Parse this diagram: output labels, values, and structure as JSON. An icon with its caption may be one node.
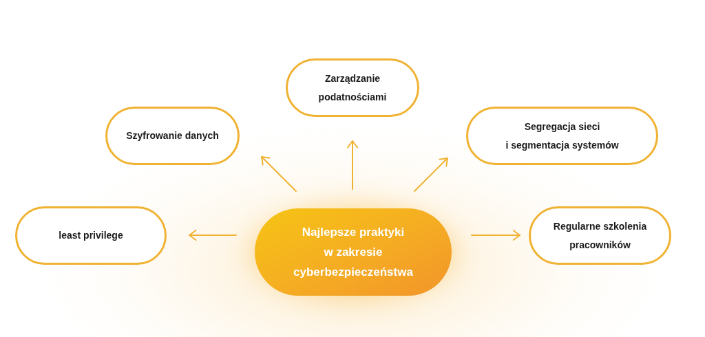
{
  "diagram": {
    "nodes": [
      {
        "text": [
          "Zarządzanie podatnościami"
        ]
      },
      {
        "text": [
          "Szyfrowanie danych"
        ]
      },
      {
        "text": [
          "Segregacja sieci i segmentacja systemów"
        ]
      },
      {
        "text": [
          "least privilege"
        ]
      },
      {
        "text": [
          "Najlepsze praktyki w zakresie cyberbezpieczeństwa"
        ]
      },
      {
        "text": [
          "Regularne szkolenia pracowników"
        ]
      }
    ],
    "edges": [
      {
        "from": 4,
        "to": 0,
        "arrow": "to"
      },
      {
        "from": 4,
        "to": 1,
        "arrow": "to"
      },
      {
        "from": 4,
        "to": 2,
        "arrow": "to"
      },
      {
        "from": 4,
        "to": 3,
        "arrow": "to"
      },
      {
        "from": 4,
        "to": 5,
        "arrow": "to"
      }
    ]
  }
}
